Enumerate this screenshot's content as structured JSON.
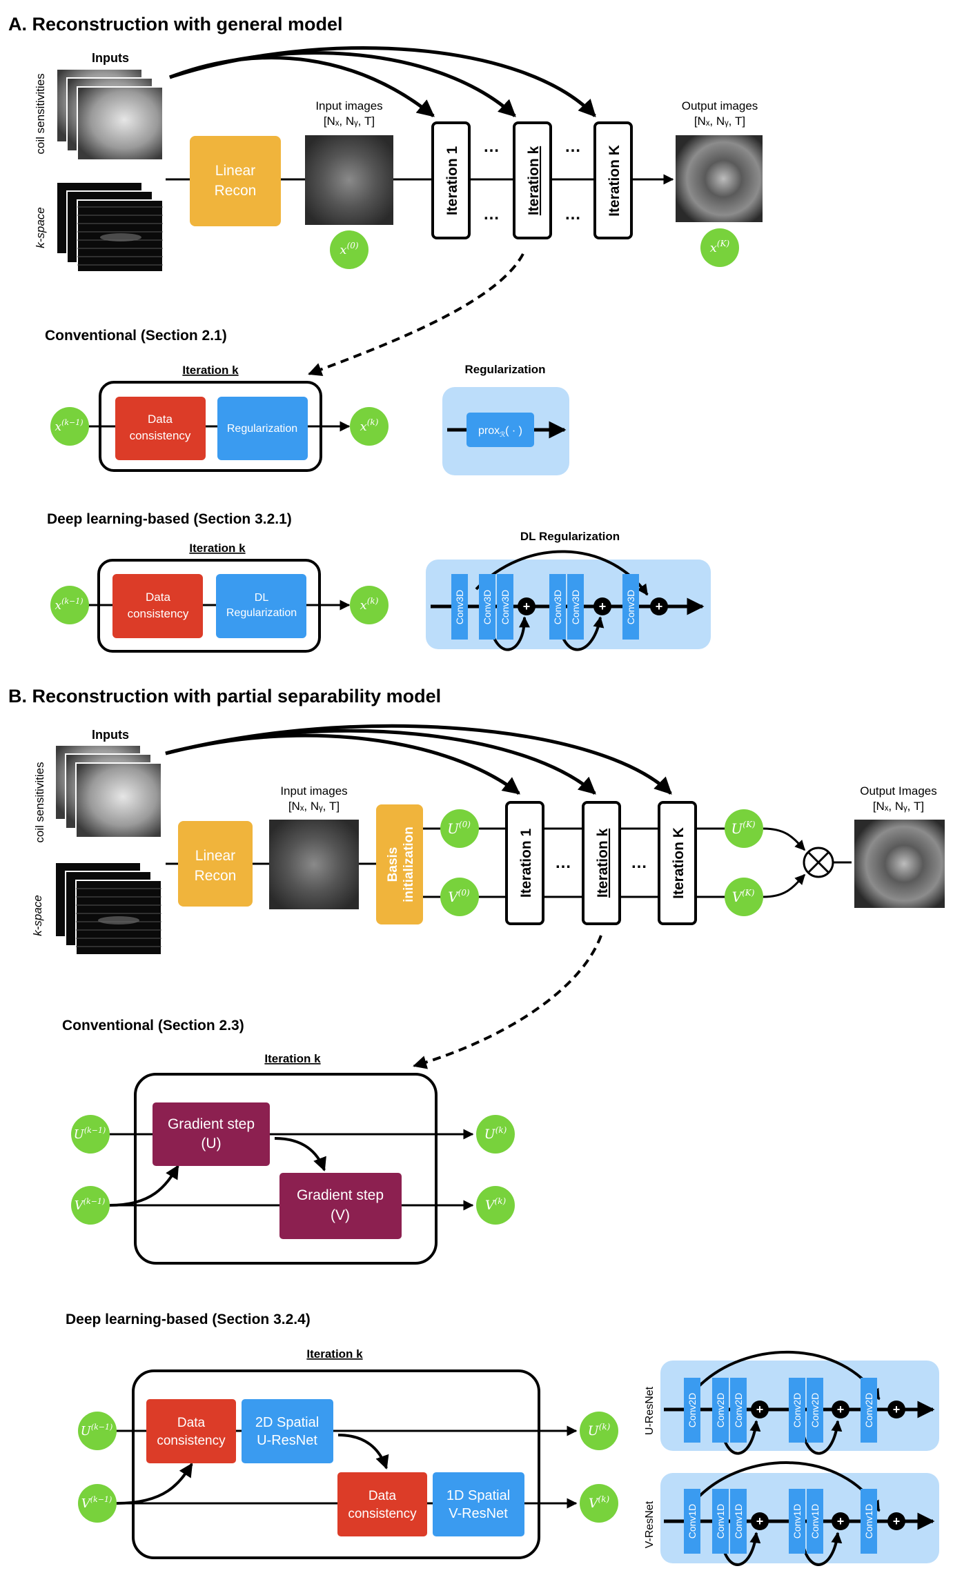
{
  "colors": {
    "yellow": "#F0B43C",
    "red": "#DC3C28",
    "blue": "#3A9BF0",
    "maroon": "#8C2050",
    "green": "#78D23C",
    "lightblue": "#BCDDFA"
  },
  "panelA": {
    "title": "A. Reconstruction with general model",
    "inputs": "Inputs",
    "coil": "coil sensitivities",
    "kspace": "k-space",
    "linear": [
      "Linear",
      "Recon"
    ],
    "input_images": [
      "Input images",
      "[Nₓ, Nᵧ, T]"
    ],
    "output_images": [
      "Output images",
      "[Nₓ, Nᵧ, T]"
    ],
    "x0": "x(0)",
    "xK": "x(K)",
    "iter1": "Iteration 1",
    "iterk": "Iteration k",
    "iterK": "Iteration K",
    "dots": "…",
    "conv_heading": "Conventional (Section 2.1)",
    "iterk_label": "Iteration k",
    "xkm1": "x(k−1)",
    "xk": "x(k)",
    "data": [
      "Data",
      "consistency"
    ],
    "reg": "Regularization",
    "reg_title": "Regularization",
    "prox": "prox",
    "prox_sub": "ℛ",
    "prox_arg": "( · )",
    "dl_heading": "Deep learning-based (Section 3.2.1)",
    "dl_reg": [
      "DL",
      "Regularization"
    ],
    "dlreg_title": "DL Regularization",
    "conv3d": "Conv3D"
  },
  "panelB": {
    "title": "B. Reconstruction with partial separability model",
    "inputs": "Inputs",
    "coil": "coil sensitivities",
    "kspace": "k-space",
    "linear": [
      "Linear",
      "Recon"
    ],
    "input_images": [
      "Input images",
      "[Nₓ, Nᵧ, T]"
    ],
    "basis": [
      "Basis",
      "initialization"
    ],
    "output_images": [
      "Output Images",
      "[Nₓ, Nᵧ, T]"
    ],
    "U0": "U(0)",
    "V0": "V(0)",
    "UK": "U(K)",
    "VK": "V(K)",
    "iter1": "Iteration 1",
    "iterk": "Iteration k",
    "iterK": "Iteration K",
    "dots": "…",
    "otimes": "⊗",
    "conv_heading": "Conventional (Section 2.3)",
    "iterk_label": "Iteration k",
    "Ukm1": "U(k−1)",
    "Vkm1": "V(k−1)",
    "Uk": "U(k)",
    "Vk": "V(k)",
    "gradU": [
      "Gradient step",
      "(U)"
    ],
    "gradV": [
      "Gradient step",
      "(V)"
    ],
    "dl_heading": "Deep learning-based (Section 3.2.4)",
    "data": [
      "Data",
      "consistency"
    ],
    "u_resnet": [
      "2D Spatial",
      "U-ResNet"
    ],
    "v_resnet": [
      "1D Spatial",
      "V-ResNet"
    ],
    "u_label": "U-ResNet",
    "v_label": "V-ResNet",
    "conv2d": "Conv2D",
    "conv1d": "Conv1D"
  }
}
